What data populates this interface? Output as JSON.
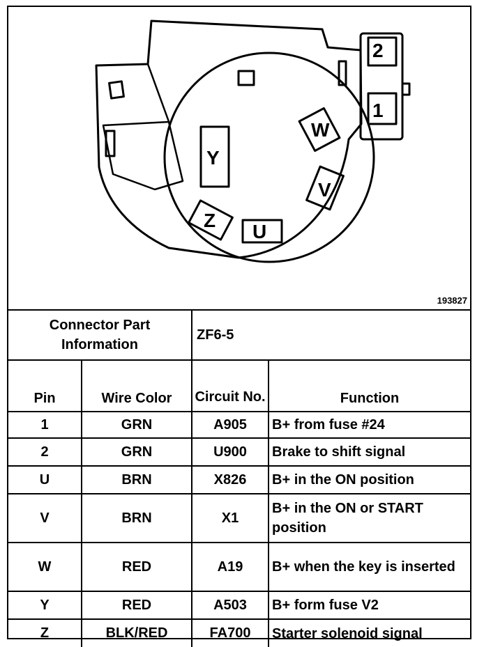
{
  "figure_number": "193827",
  "diagram": {
    "cavity_labels": {
      "pin2": "2",
      "pin1": "1",
      "W": "W",
      "V": "V",
      "Y": "Y",
      "Z": "Z",
      "U": "U"
    }
  },
  "connector_info": {
    "label": "Connector Part Information",
    "part_number": "ZF6-5"
  },
  "table": {
    "headers": {
      "pin": "Pin",
      "wire_color": "Wire Color",
      "circuit": "Circuit No.",
      "function": "Function"
    },
    "rows": [
      {
        "pin": "1",
        "color": "GRN",
        "circuit": "A905",
        "function": "B+ from fuse #24"
      },
      {
        "pin": "2",
        "color": "GRN",
        "circuit": "U900",
        "function": "Brake to shift signal"
      },
      {
        "pin": "U",
        "color": "BRN",
        "circuit": "X826",
        "function": "B+ in the ON position"
      },
      {
        "pin": "V",
        "color": "BRN",
        "circuit": "X1",
        "function": "B+ in the ON or START position"
      },
      {
        "pin": "W",
        "color": "RED",
        "circuit": "A19",
        "function": "B+ when the key is inserted"
      },
      {
        "pin": "Y",
        "color": "RED",
        "circuit": "A503",
        "function": "B+ form fuse V2"
      },
      {
        "pin": "Z",
        "color": "BLK/RED",
        "circuit": "FA700",
        "function": "Starter solenoid signal"
      }
    ]
  }
}
